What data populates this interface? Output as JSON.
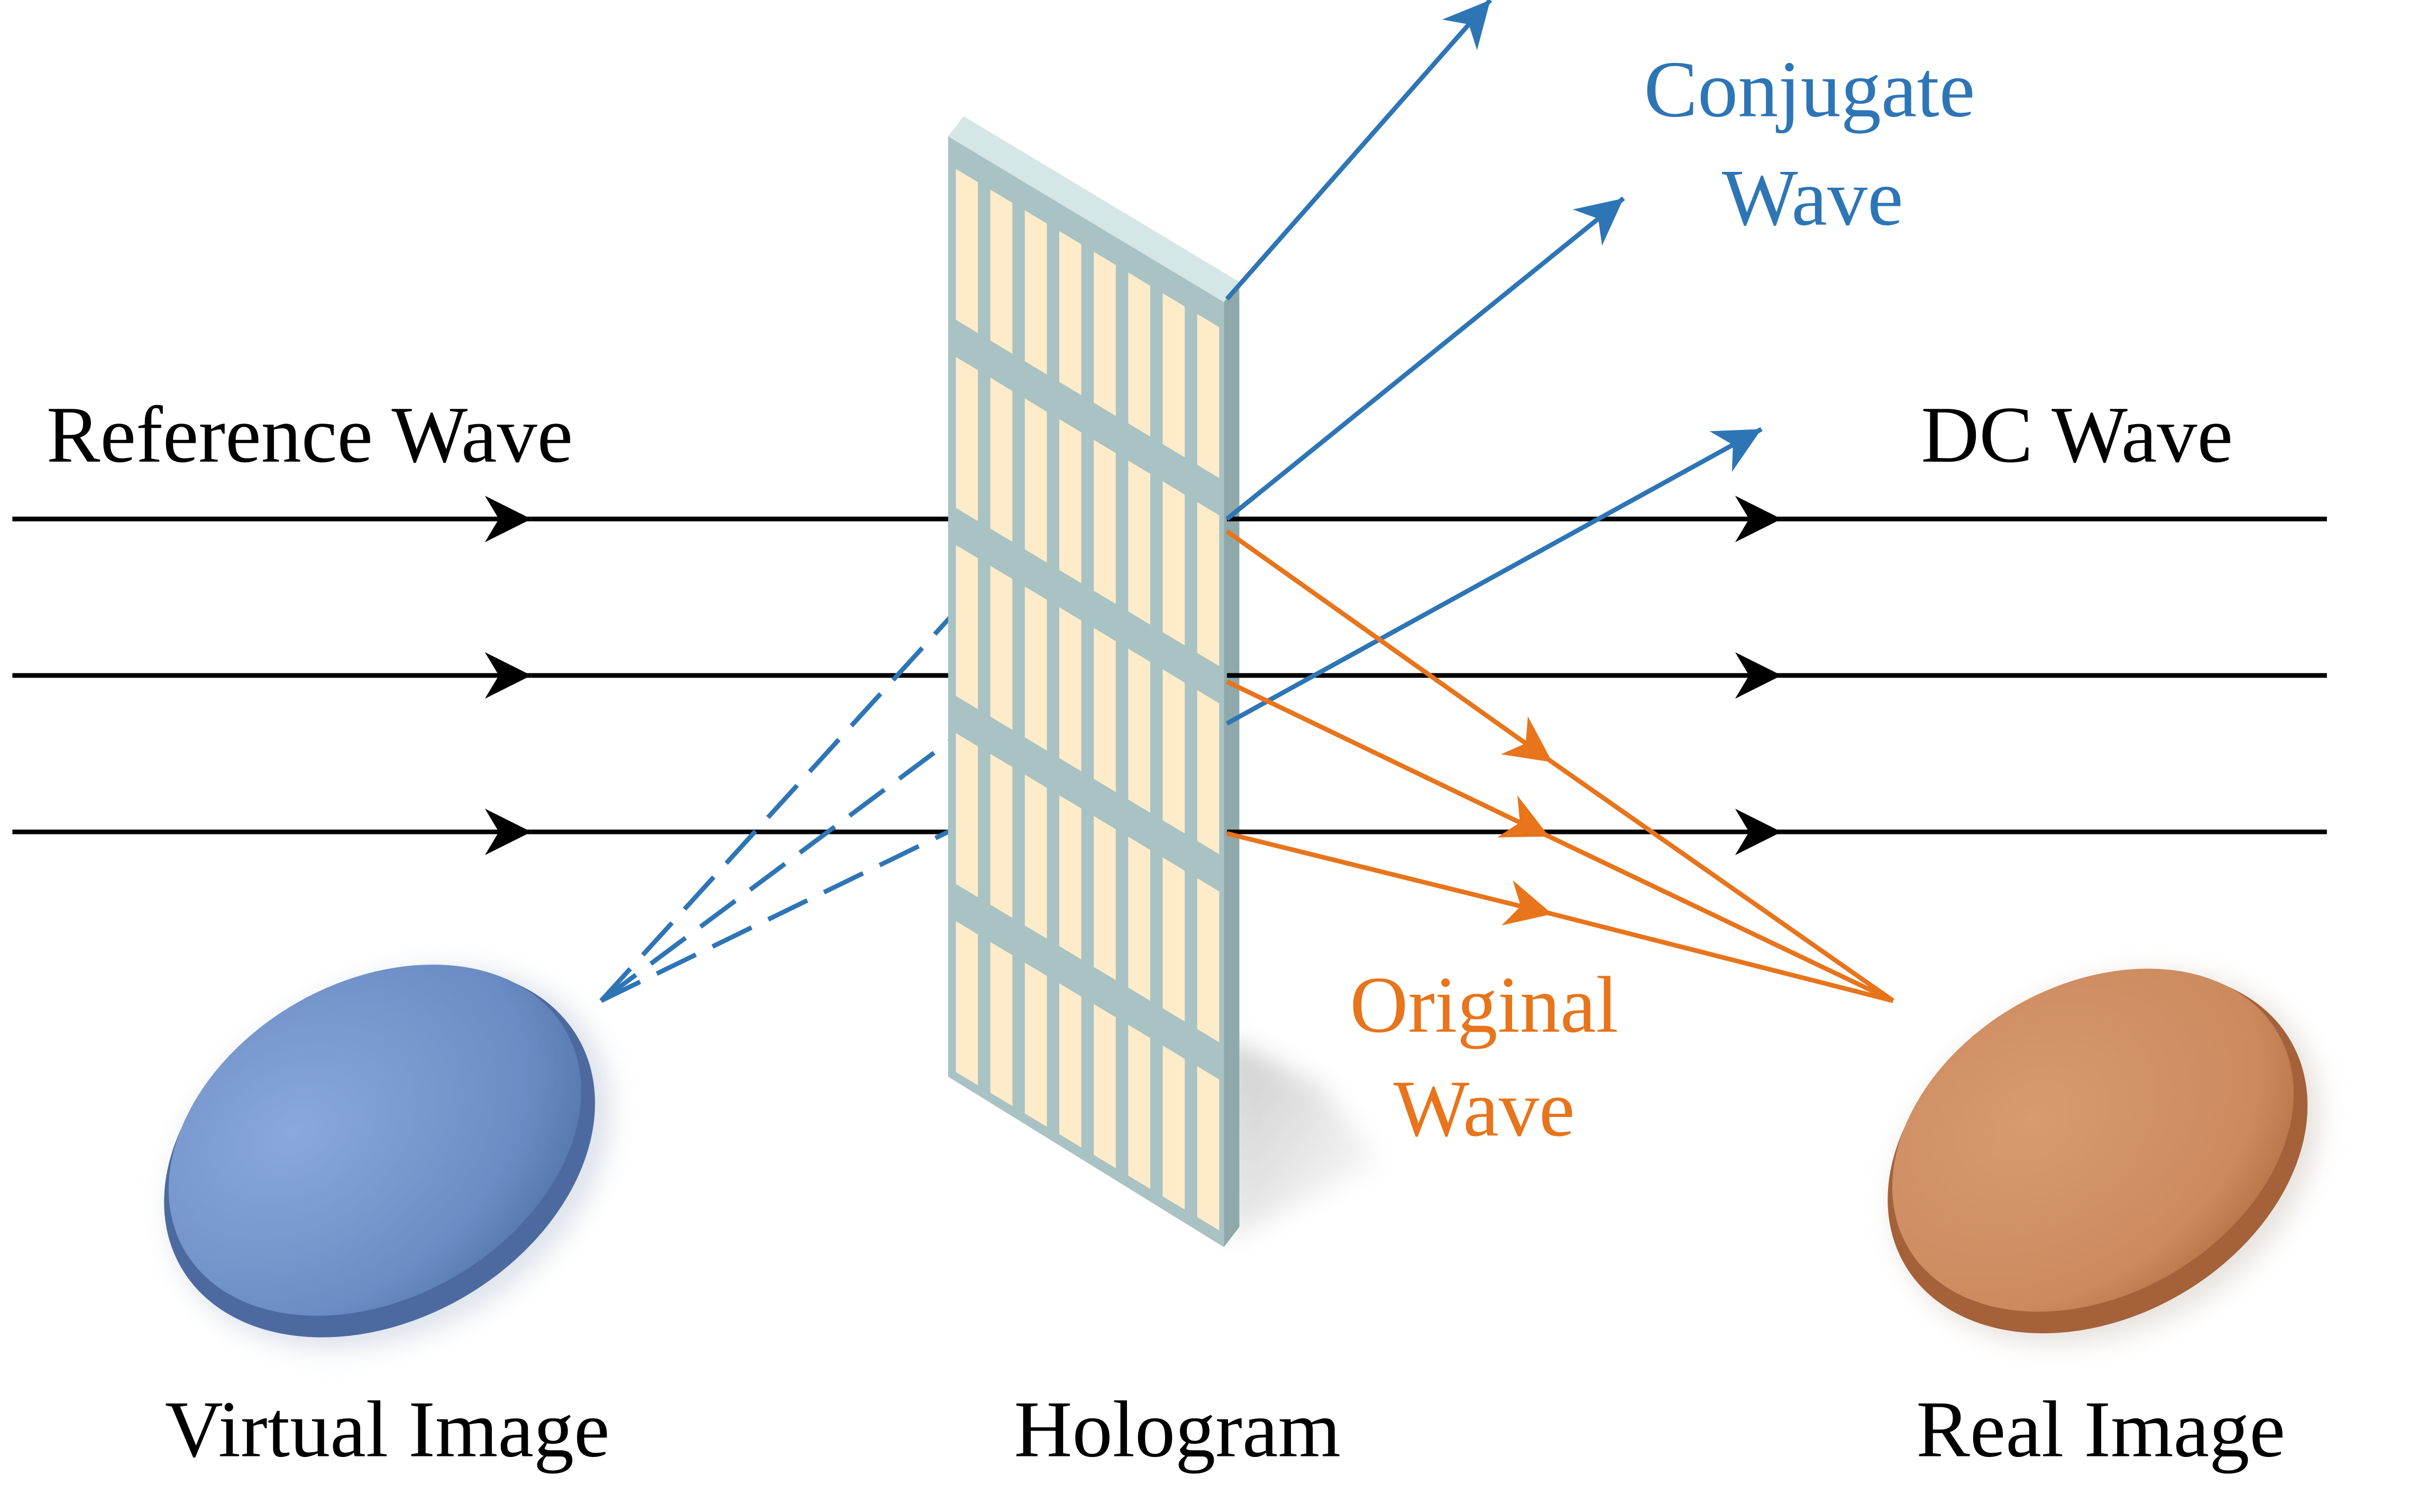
{
  "labels": {
    "reference_wave": "Reference Wave",
    "dc_wave": "DC Wave",
    "conjugate_wave_line1": "Conjugate",
    "conjugate_wave_line2": "Wave",
    "original_wave_line1": "Original",
    "original_wave_line2": "Wave",
    "virtual_image": "Virtual Image",
    "hologram": "Hologram",
    "real_image": "Real Image"
  },
  "colors": {
    "reference": "#000000",
    "conjugate": "#2e75b6",
    "original": "#e8741b",
    "hologram_frame": "#a9c2c3",
    "hologram_cell": "#fdebc9",
    "virtual_disc": "#6b8cc4",
    "real_disc": "#cf8c61"
  }
}
